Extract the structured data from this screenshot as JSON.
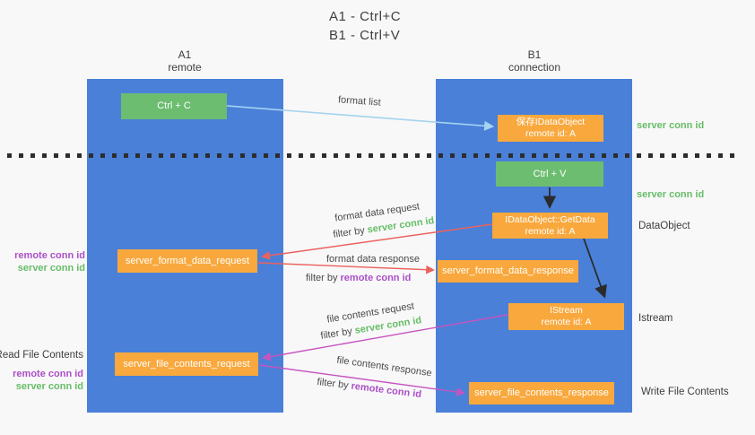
{
  "title": {
    "line1": "A1 - Ctrl+C",
    "line2": "B1 - Ctrl+V"
  },
  "columns": {
    "left": {
      "name": "A1",
      "subtitle": "remote"
    },
    "right": {
      "name": "B1",
      "subtitle": "connection"
    }
  },
  "nodes": {
    "ctrl_c": {
      "label": "Ctrl + C"
    },
    "save_dataobject": {
      "line1": "保存IDataObject",
      "line2": "remote id: A"
    },
    "ctrl_v": {
      "label": "Ctrl + V"
    },
    "getdata": {
      "line1": "IDataObject::GetData",
      "line2": "remote id: A"
    },
    "istream": {
      "line1": "IStream",
      "line2": "remote id: A"
    },
    "server_format_data_request": {
      "label": "server_format_data_request"
    },
    "server_format_data_response": {
      "label": "server_format_data_response"
    },
    "server_file_contents_request": {
      "label": "server_file_contents_request"
    },
    "server_file_contents_response": {
      "label": "server_file_contents_response"
    }
  },
  "arrow_labels": {
    "format_list": "format list",
    "format_data_request": "format data request",
    "format_data_response": "format data response",
    "file_contents_request": "file contents request",
    "file_contents_response": "file contents response",
    "filter_by": "filter by ",
    "server_conn_id": "server conn id",
    "remote_conn_id": "remote conn id"
  },
  "side_labels": {
    "server_conn_id_top": "server conn id",
    "server_conn_id_mid": "server conn id",
    "dataobject": "DataObject",
    "istream": "Istream",
    "write_file_contents": "Write File Contents",
    "read_file_contents": "Read File Contents",
    "remote_conn_id": "remote conn id",
    "server_conn_id": "server conn id"
  },
  "colors": {
    "background": "#f8f8f8",
    "column_blue": "#4a80d8",
    "node_green": "#6cbd70",
    "node_orange": "#f8a83d",
    "arrow_lightblue": "#a5d3f0",
    "arrow_red": "#ec625d",
    "arrow_magenta": "#c554c0",
    "arrow_black": "#2b2b2b",
    "text_green": "#67bd68",
    "text_purple": "#ab4fc8",
    "text_dark": "#3d3d3d"
  }
}
